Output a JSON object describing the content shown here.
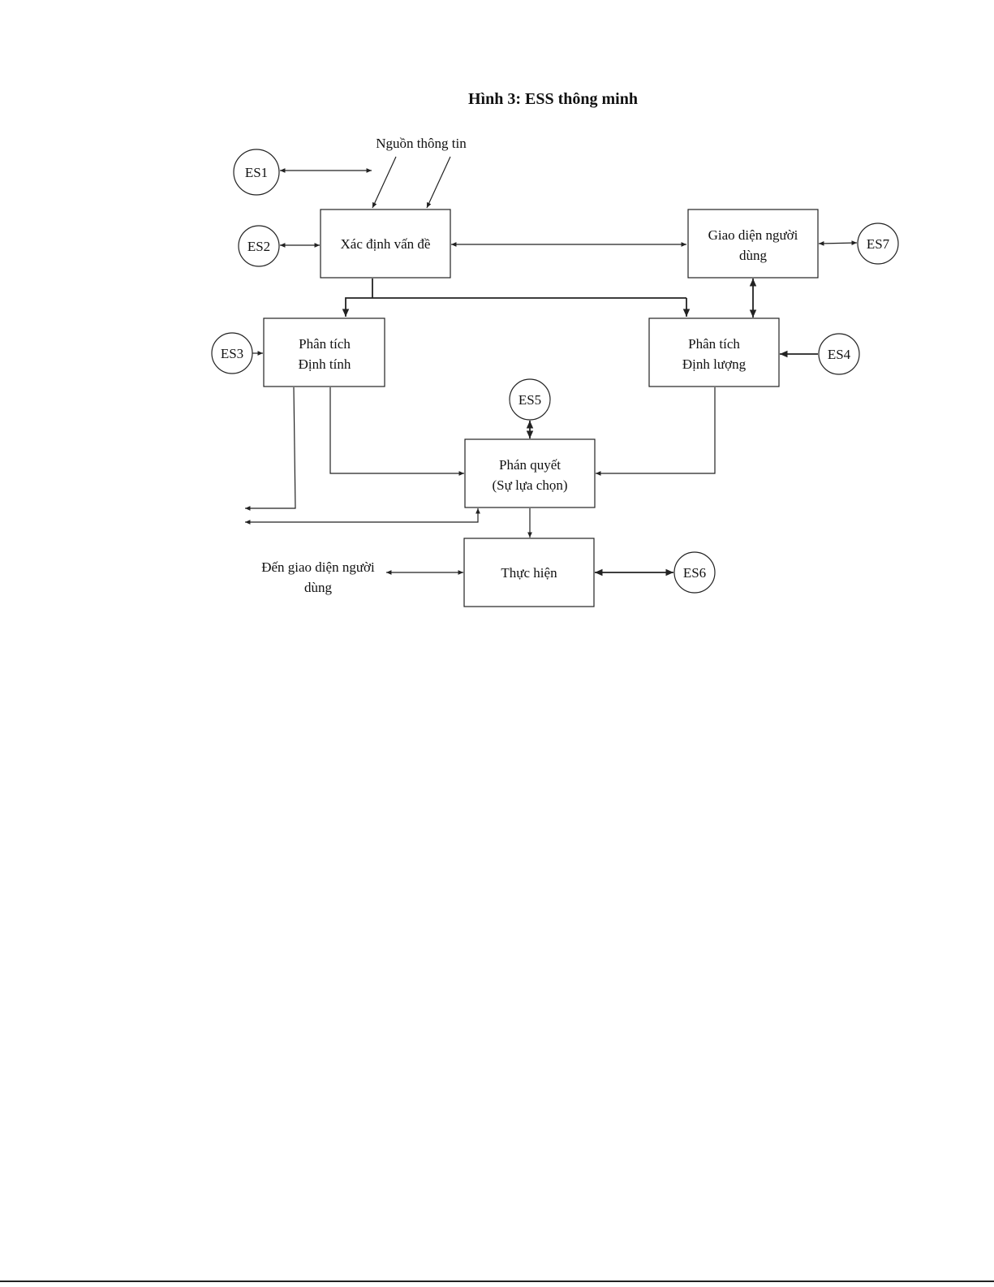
{
  "title": "Hình 3: ESS thông minh",
  "source_label": "Nguồn thông tin",
  "boxes": {
    "problem": "Xác định vấn đề",
    "ui": [
      "Giao diện người",
      "dùng"
    ],
    "qualitative": [
      "Phân tích",
      "Định tính"
    ],
    "quantitative": [
      "Phân tích",
      "Định lượng"
    ],
    "decision": [
      "Phán quyết",
      "(Sự lựa chọn)"
    ],
    "execute": "Thực hiện"
  },
  "experts": [
    "ES1",
    "ES2",
    "ES3",
    "ES4",
    "ES5",
    "ES6",
    "ES7"
  ],
  "to_ui_label": [
    "Đến giao diện người",
    "dùng"
  ]
}
